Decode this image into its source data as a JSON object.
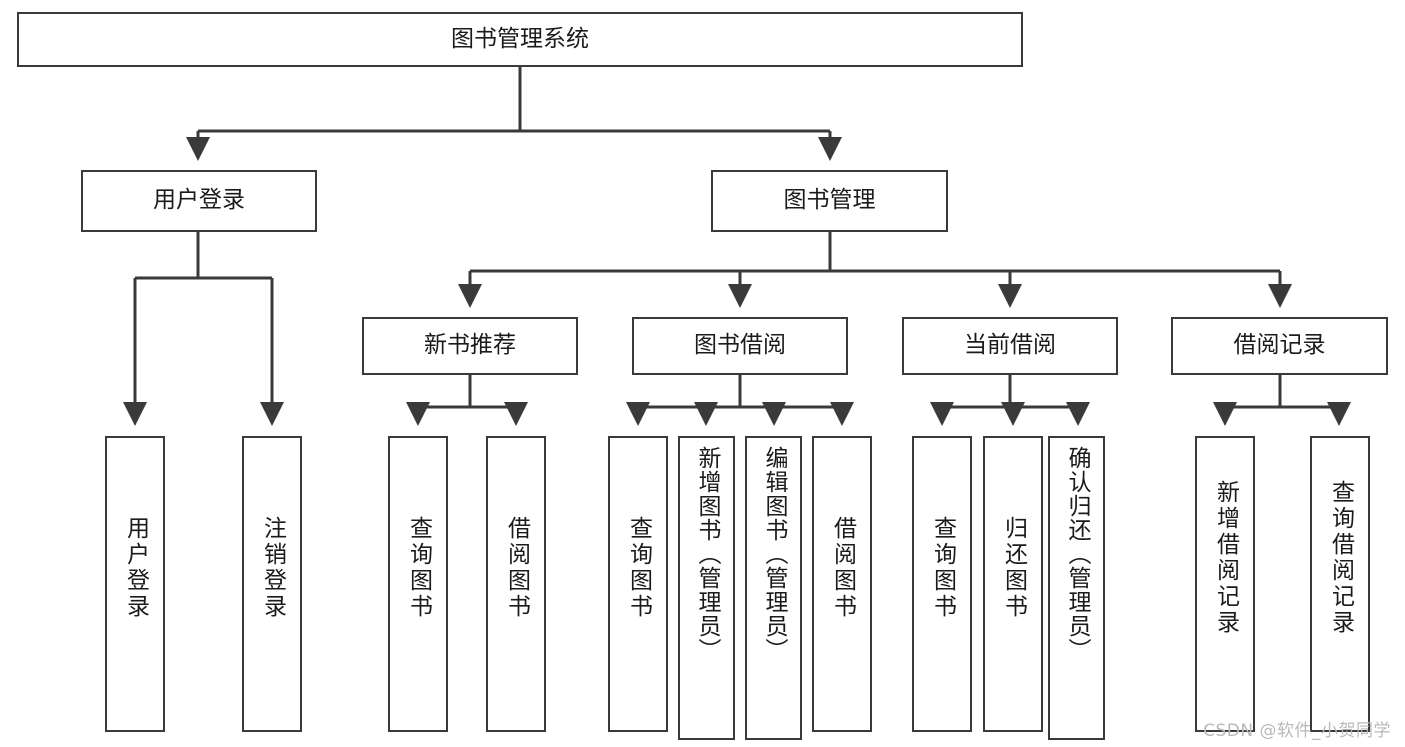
{
  "diagram": {
    "type": "tree-hierarchy",
    "title": "图书管理系统",
    "root": {
      "label": "图书管理系统"
    },
    "level2": [
      {
        "id": "user-login",
        "label": "用户登录"
      },
      {
        "id": "book-management",
        "label": "图书管理"
      }
    ],
    "level3": [
      {
        "id": "new-book-recommend",
        "label": "新书推荐"
      },
      {
        "id": "book-borrow",
        "label": "图书借阅"
      },
      {
        "id": "current-borrow",
        "label": "当前借阅"
      },
      {
        "id": "borrow-record",
        "label": "借阅记录"
      }
    ],
    "leaves": {
      "user_login": [
        {
          "id": "leaf-user-login",
          "label": "用户登录"
        },
        {
          "id": "leaf-user-logout",
          "label": "注销登录"
        }
      ],
      "new_book_recommend": [
        {
          "id": "leaf-query-book-1",
          "label": "查询图书"
        },
        {
          "id": "leaf-borrow-book-1",
          "label": "借阅图书"
        }
      ],
      "book_borrow": [
        {
          "id": "leaf-query-book-2",
          "label": "查询图书"
        },
        {
          "id": "leaf-add-book",
          "label": "新增图书（管理员）"
        },
        {
          "id": "leaf-edit-book",
          "label": "编辑图书（管理员）"
        },
        {
          "id": "leaf-borrow-book-2",
          "label": "借阅图书"
        }
      ],
      "current_borrow": [
        {
          "id": "leaf-query-book-3",
          "label": "查询图书"
        },
        {
          "id": "leaf-return-book",
          "label": "归还图书"
        },
        {
          "id": "leaf-confirm-return",
          "label": "确认归还（管理员）"
        }
      ],
      "borrow_record": [
        {
          "id": "leaf-add-record",
          "label": "新增借阅记录"
        },
        {
          "id": "leaf-query-record",
          "label": "查询借阅记录"
        }
      ]
    }
  },
  "watermark": {
    "text": "CSDN @软件_小贺同学"
  },
  "colors": {
    "stroke": "#3a3a3a",
    "fill": "#ffffff",
    "text": "#1b1b1b",
    "watermark": "#b9b9b9"
  }
}
